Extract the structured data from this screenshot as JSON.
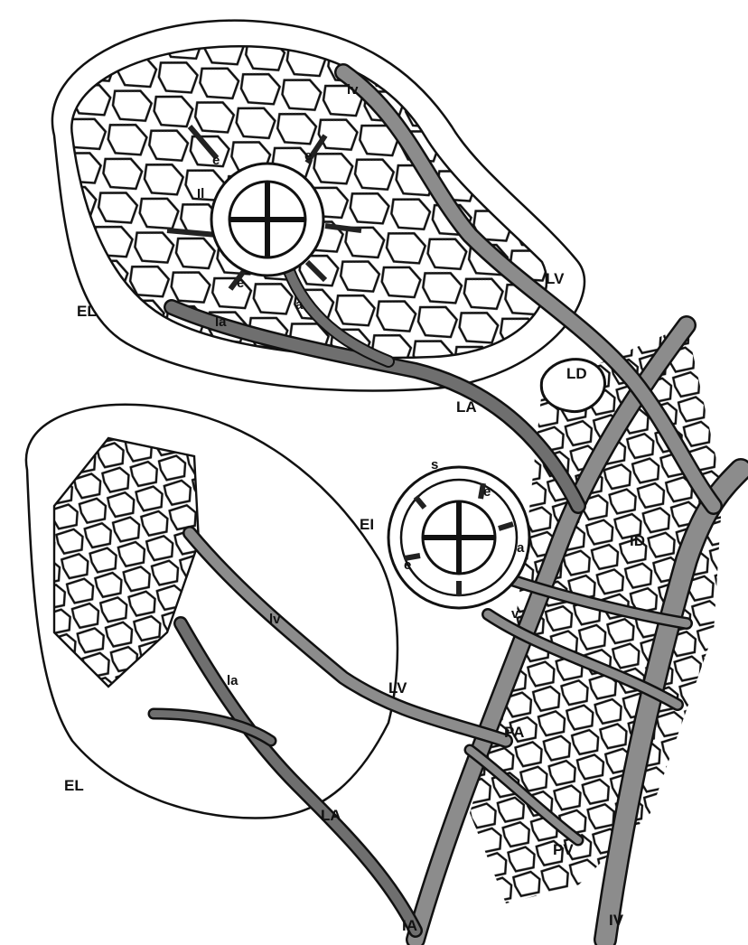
{
  "colors": {
    "background": "#ffffff",
    "outline": "#111111",
    "vessel_fill": "#8c8c8c",
    "vessel_dark": "#6f6f6f",
    "stalk": "#222222"
  },
  "labels": {
    "lv_top": "lv",
    "e_upper_left": "e",
    "e_upper_right": "e",
    "il": "Il",
    "e_lower": "e",
    "a_top": "a",
    "el_top": "EL",
    "la_top": "la",
    "lv_right": "LV",
    "ld": "LD",
    "la_mid": "LA",
    "s": "s",
    "e_ring_top": "e",
    "ei": "EI",
    "id": "ID",
    "e_ring_left": "e",
    "a_ring": "a",
    "v_ring": "v",
    "lv_mid": "lv",
    "la_small": "la",
    "lv_caps": "LV",
    "pa": "PA",
    "el_bottom": "EL",
    "la_bottom": "LA",
    "pv": "PV",
    "ia": "IA",
    "iv": "IV"
  }
}
